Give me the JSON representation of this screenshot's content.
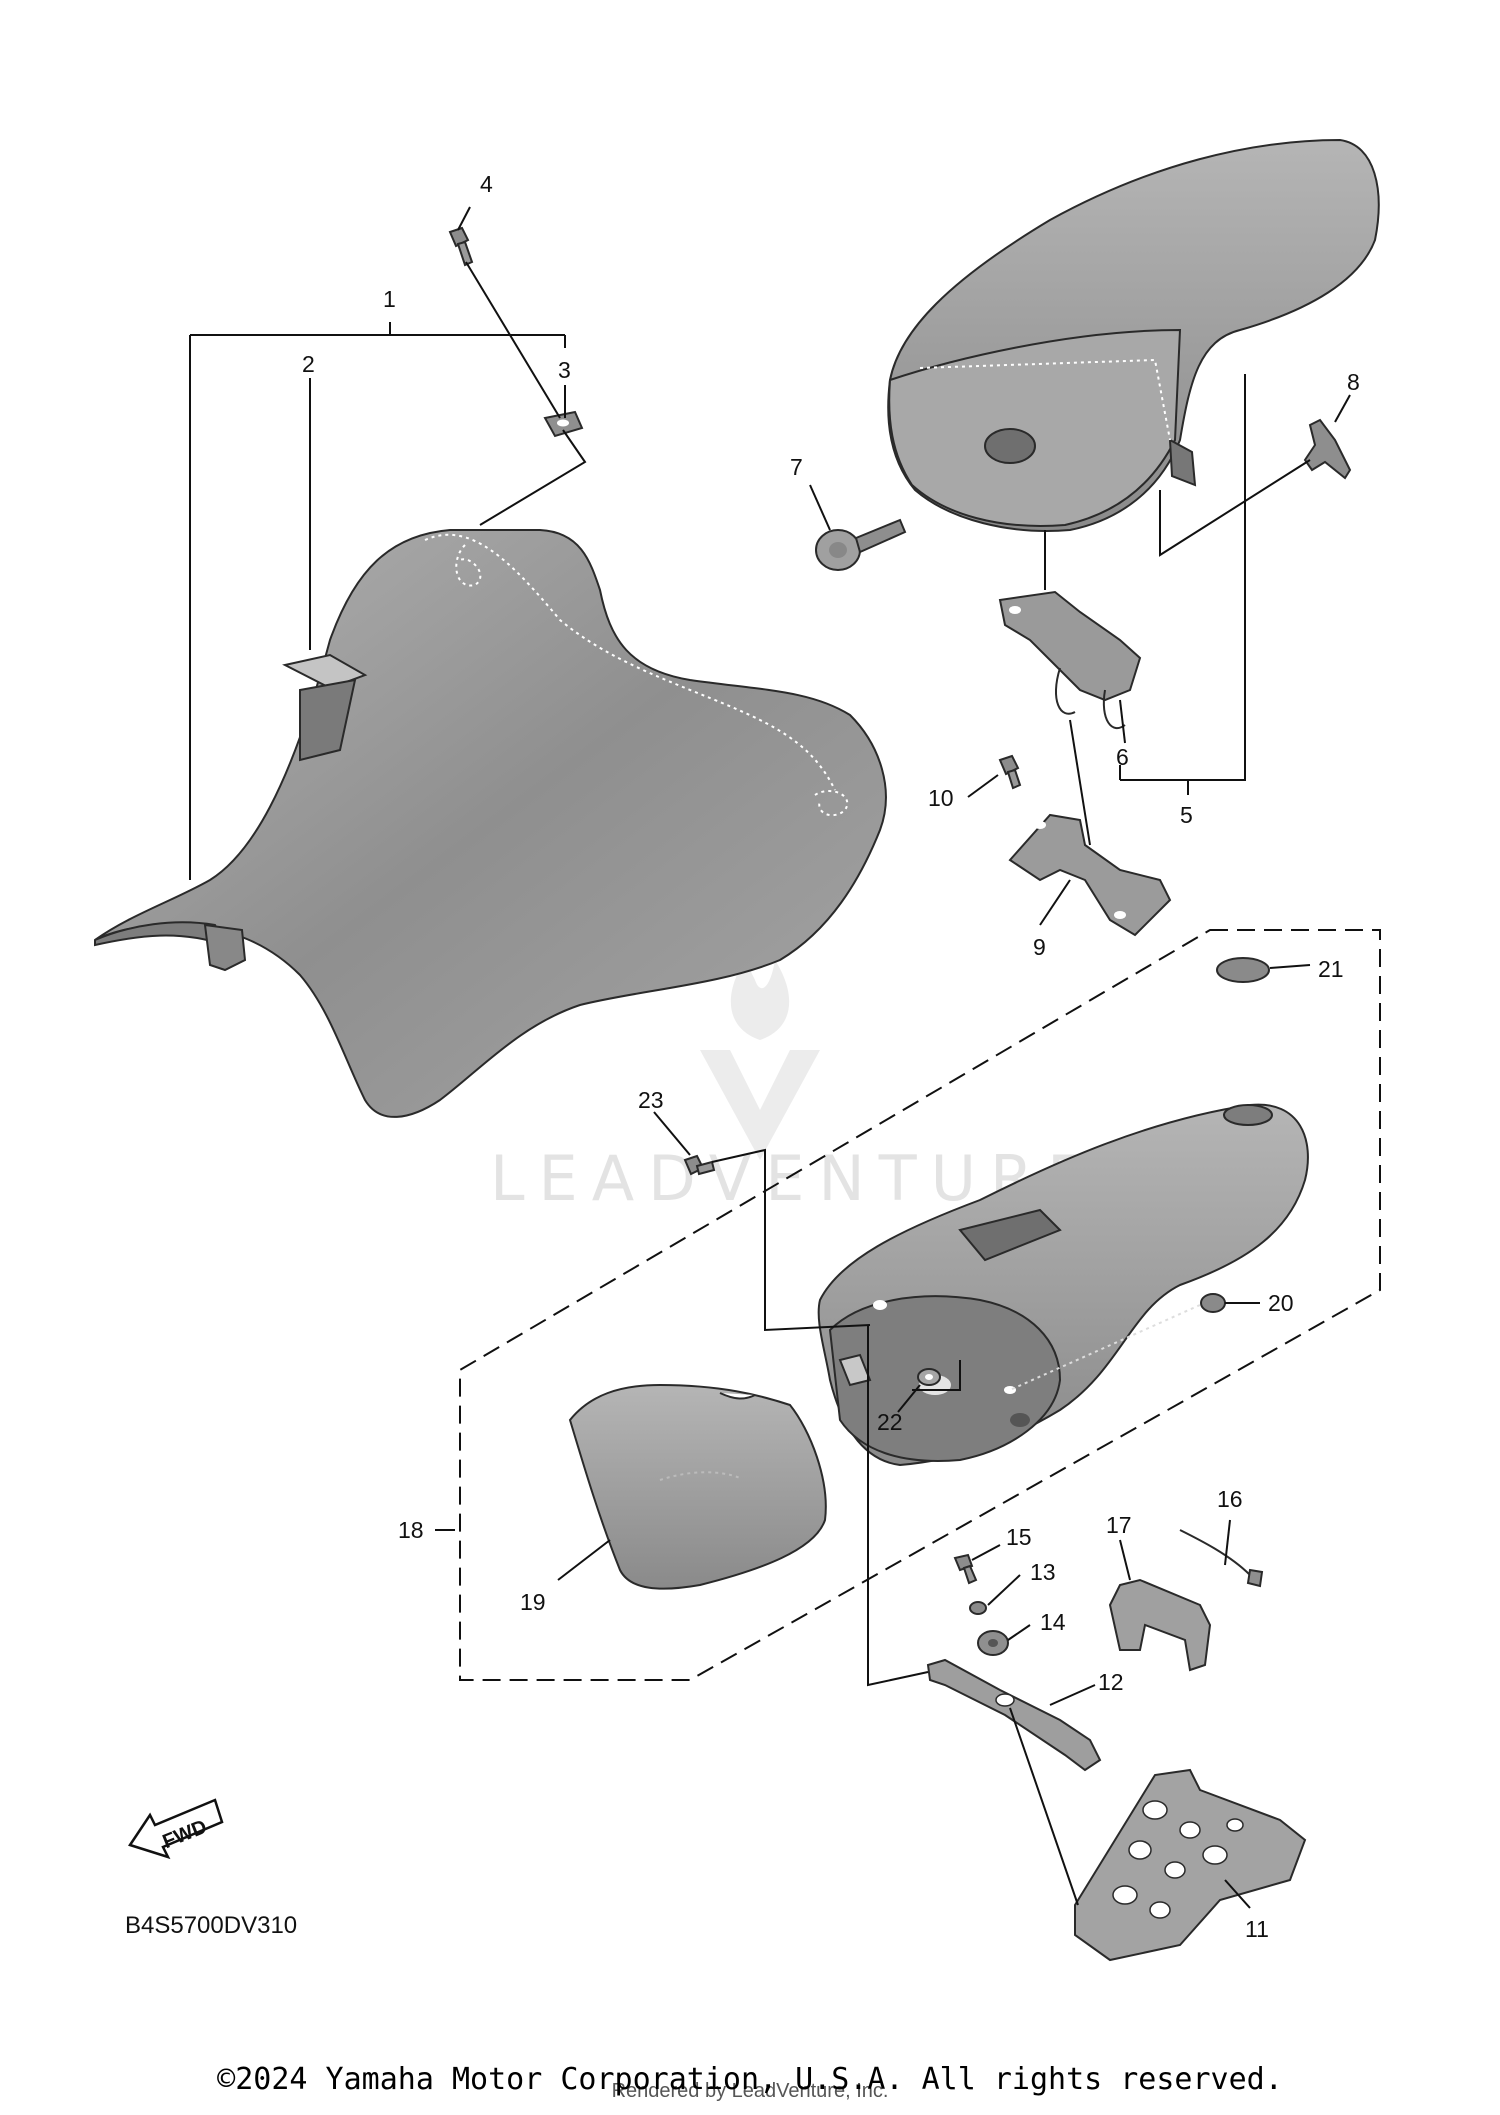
{
  "diagram": {
    "catalog_code": "B4S5700DV310",
    "fwd_label": "FWD",
    "watermark": "LEADVENTURE",
    "callouts": {
      "c1": "1",
      "c2": "2",
      "c3": "3",
      "c4": "4",
      "c5": "5",
      "c6": "6",
      "c7": "7",
      "c8": "8",
      "c9": "9",
      "c10": "10",
      "c11": "11",
      "c12": "12",
      "c13": "13",
      "c14": "14",
      "c15": "15",
      "c16": "16",
      "c17": "17",
      "c18": "18",
      "c19": "19",
      "c20": "20",
      "c21": "21",
      "c22": "22",
      "c23": "23"
    }
  },
  "footer": {
    "copyright": "©2024 Yamaha Motor Corporation, U.S.A. All rights reserved.",
    "rendered_by": "Rendered by LeadVenture, Inc."
  },
  "colors": {
    "line": "#111111",
    "part_fill": "#9a9a9a",
    "part_shadow": "#7c7c7c",
    "background": "#ffffff"
  }
}
